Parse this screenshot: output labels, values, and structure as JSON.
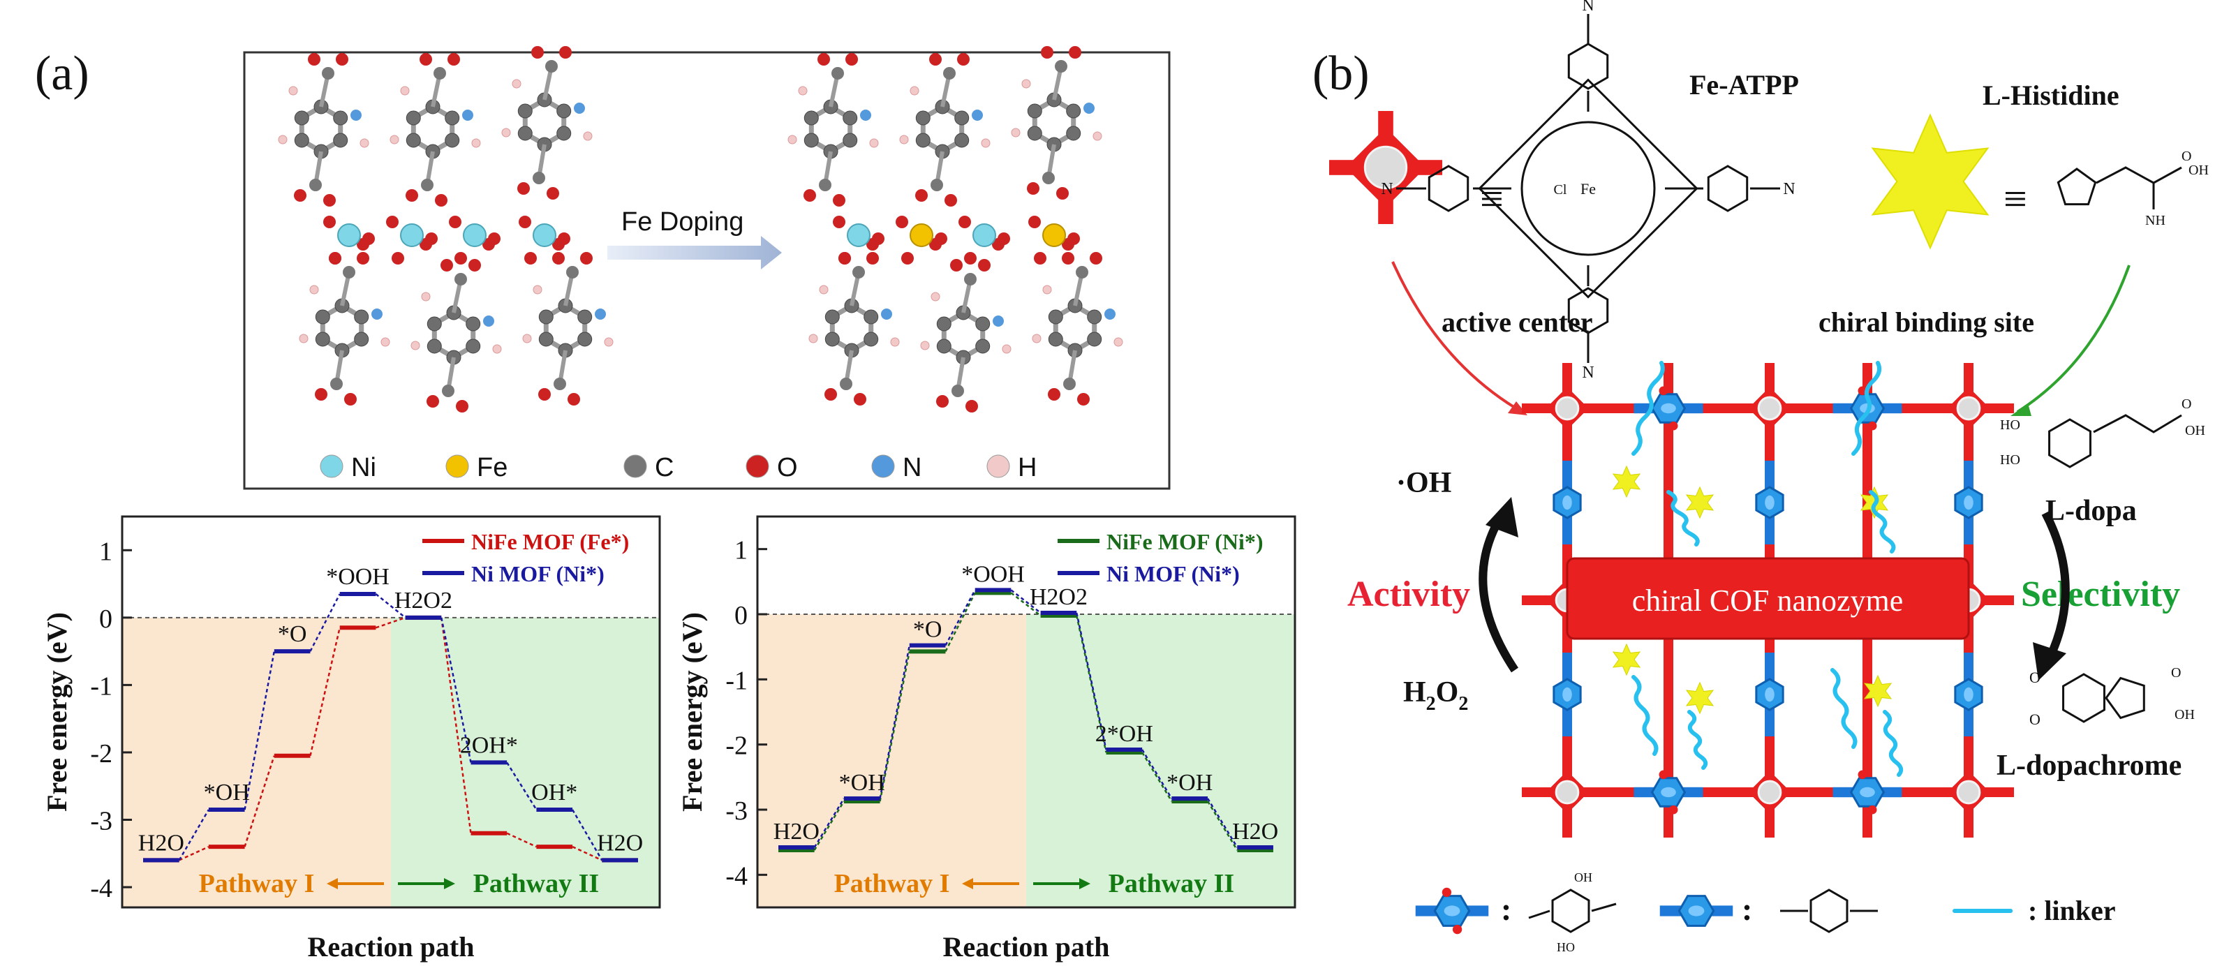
{
  "panel_a": {
    "label": "(a)",
    "doping_label": "Fe Doping",
    "atom_legend": [
      {
        "symbol": "Ni",
        "color": "#7fd6e6"
      },
      {
        "symbol": "Fe",
        "color": "#f2c200"
      },
      {
        "symbol": "C",
        "color": "#777777"
      },
      {
        "symbol": "O",
        "color": "#cc2222"
      },
      {
        "symbol": "N",
        "color": "#5599dd"
      },
      {
        "symbol": "H",
        "color": "#f1c9c9"
      }
    ]
  },
  "chart_data": [
    {
      "type": "line",
      "ylabel": "Free energy (eV)",
      "xlabel": "Reaction path",
      "ylim": [
        -4.3,
        1.5
      ],
      "yticks": [
        "1",
        "0",
        "-1",
        "-2",
        "-3",
        "-4"
      ],
      "series": [
        {
          "name": "NiFe MOF (Fe*)",
          "color": "#cc1111",
          "values": [
            -3.6,
            -3.4,
            -2.05,
            -0.15,
            0.0,
            -3.2,
            -3.4,
            -3.6
          ]
        },
        {
          "name": "Ni MOF (Ni*)",
          "color": "#1a1aa0",
          "values": [
            -3.6,
            -2.85,
            -0.5,
            0.35,
            0.0,
            -2.15,
            -2.85,
            -3.6
          ]
        }
      ],
      "annotations": [
        "H2O",
        "*OH",
        "*O",
        "*OOH",
        "H2O2",
        "2OH*",
        "OH*",
        "H2O"
      ],
      "pathways": [
        "Pathway I",
        "Pathway II"
      ]
    },
    {
      "type": "line",
      "ylabel": "Free energy (eV)",
      "xlabel": "Reaction path",
      "ylim": [
        -4.5,
        1.5
      ],
      "yticks": [
        "1",
        "0",
        "-1",
        "-2",
        "-3",
        "-4"
      ],
      "series": [
        {
          "name": "NiFe MOF (Ni*)",
          "color": "#1a6b1a",
          "values": [
            -3.6,
            -2.85,
            -0.55,
            0.35,
            0.0,
            -2.1,
            -2.85,
            -3.6
          ]
        },
        {
          "name": "Ni MOF (Ni*)",
          "color": "#1a1aa0",
          "values": [
            -3.6,
            -2.85,
            -0.5,
            0.35,
            0.0,
            -2.1,
            -2.85,
            -3.6
          ]
        }
      ],
      "annotations": [
        "H2O",
        "*OH",
        "*O",
        "*OOH",
        "H2O2",
        "2*OH",
        "*OH",
        "H2O"
      ],
      "pathways": [
        "Pathway I",
        "Pathway II"
      ]
    }
  ],
  "panel_b": {
    "label": "(b)",
    "fe_atpp": "Fe-ATPP",
    "l_histidine": "L-Histidine",
    "equiv": "≡",
    "active_center": "active center",
    "chiral_binding_site": "chiral binding site",
    "activity": "Activity",
    "selectivity": "Selectivity",
    "nanozyme": "chiral COF nanozyme",
    "oh_radical": "·OH",
    "h2o2": "H2O2",
    "l_dopa": "L-dopa",
    "l_dopachrome": "L-dopachrome",
    "linker_label": ": linker",
    "colon": ":"
  }
}
